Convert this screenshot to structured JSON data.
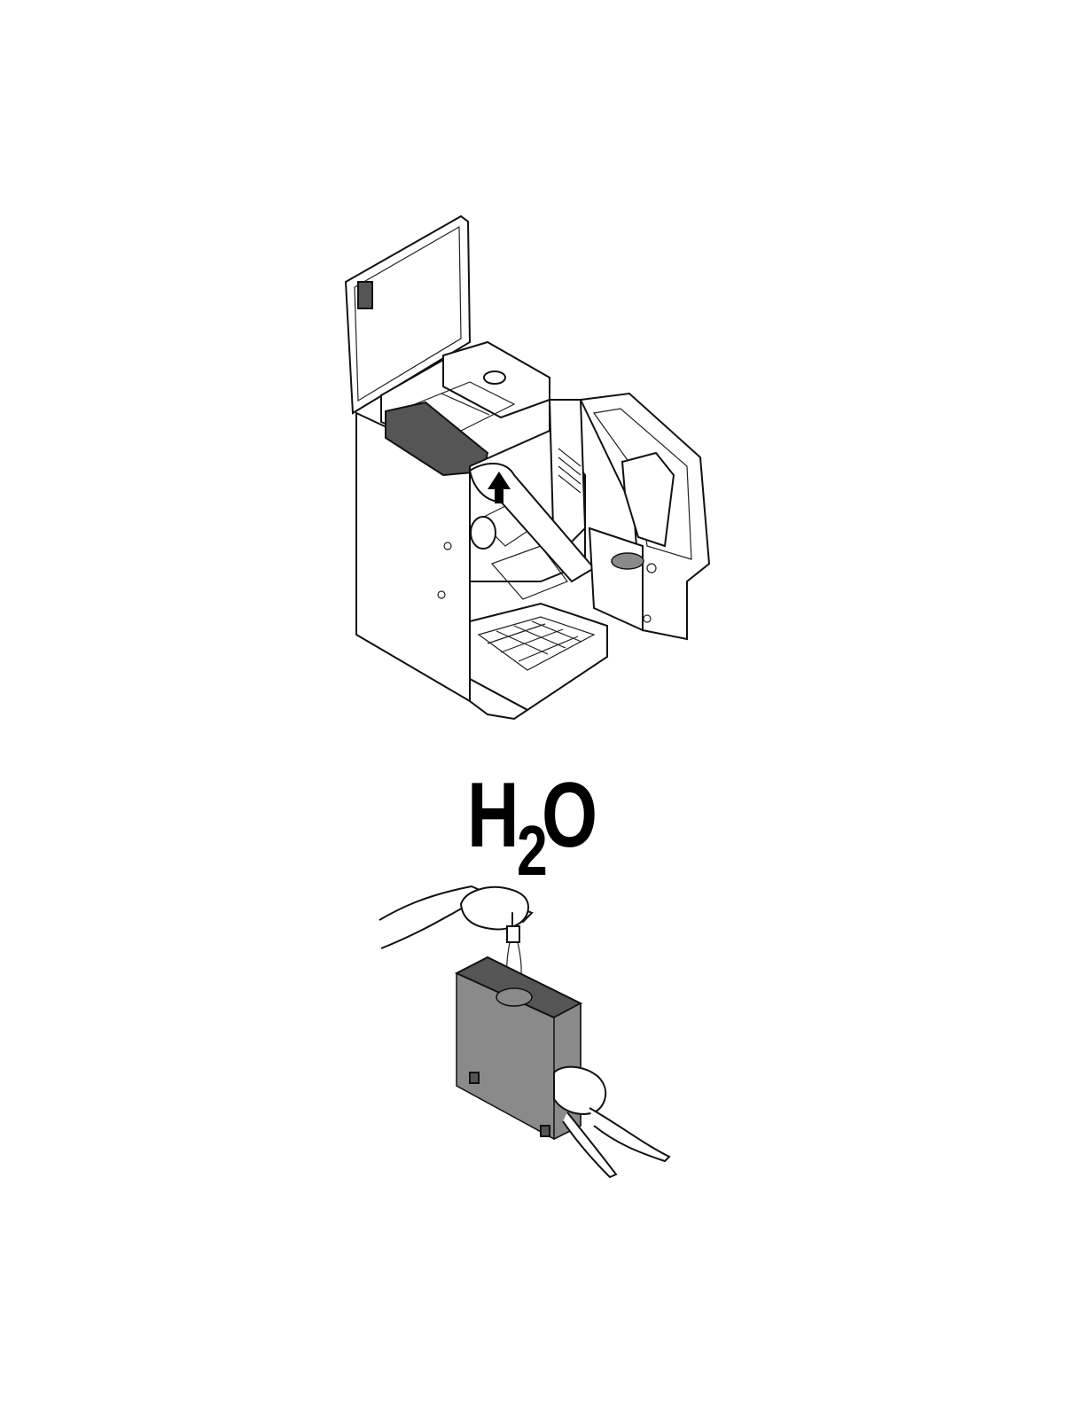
{
  "formula": {
    "main": "H",
    "subscript": "2",
    "tail": "O"
  },
  "icons": {
    "arrow": "arrow-up-icon"
  }
}
